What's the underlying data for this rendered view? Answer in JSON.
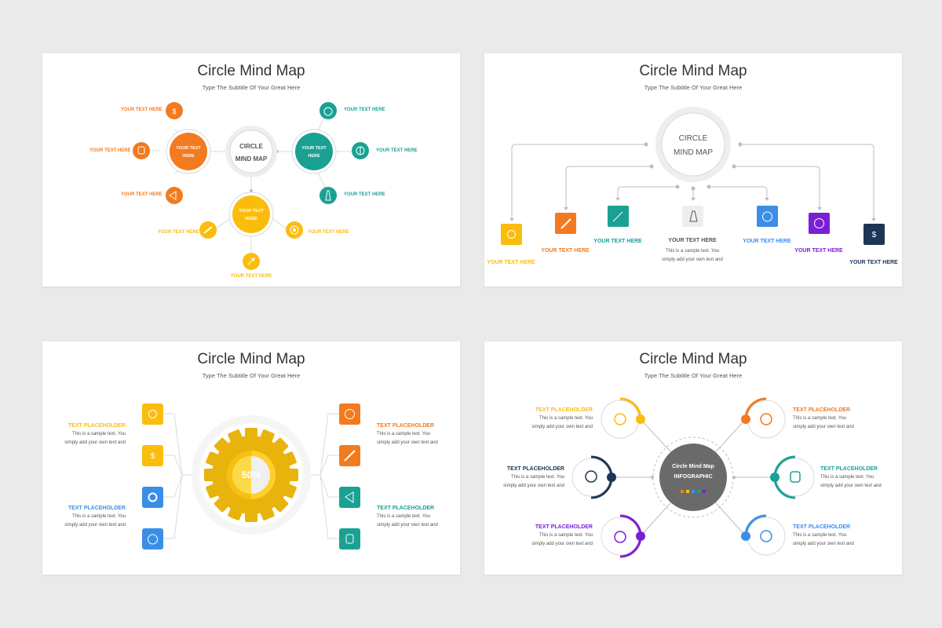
{
  "common": {
    "title": "Circle Mind Map",
    "subtitle": "Type The Subtitle Of Your Great Here",
    "your_text": "YOUR TEXT HERE",
    "text_placeholder": "TEXT PLACEHOLDER",
    "sample_line1": "This is a sample text. You",
    "sample_line2": "simply add your own text and"
  },
  "slide1": {
    "center": [
      "CIRCLE",
      "MIND MAP"
    ],
    "hub": [
      "YOUR TEXT",
      "HERE"
    ]
  },
  "slide2": {
    "center": [
      "CIRCLE",
      "MIND MAP"
    ]
  },
  "slide3": {
    "percent": "50%"
  },
  "slide4": {
    "center_title": "Circle Mind Map",
    "center_sub": "INFOGRAPHIC"
  },
  "colors": {
    "orange": "#f37a1f",
    "teal": "#1aa194",
    "yellow": "#fbbd0d",
    "blue": "#3b8ee8",
    "purple": "#7b1fd6",
    "navy": "#1e3555",
    "gold": "#e8b40c"
  }
}
